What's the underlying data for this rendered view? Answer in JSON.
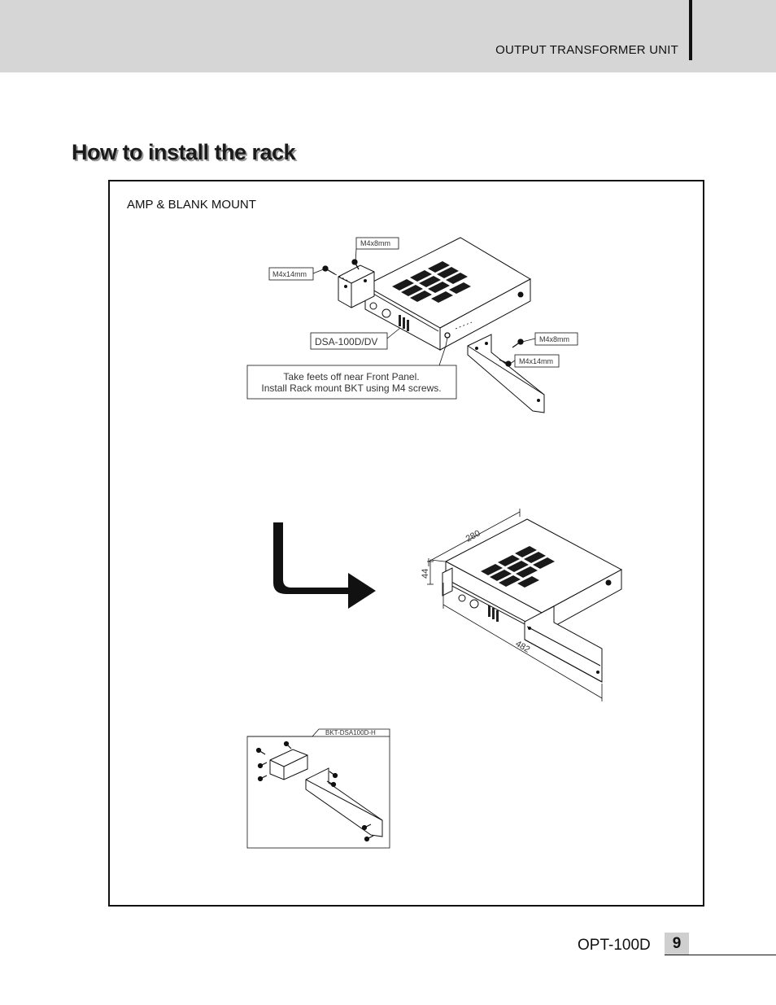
{
  "header": {
    "title": "OUTPUT TRANSFORMER UNIT"
  },
  "page": {
    "heading": "How to install the rack",
    "section": "AMP & BLANK MOUNT"
  },
  "diagram": {
    "top": {
      "screw_m4x8_left": "M4x8mm",
      "screw_m4x14_left": "M4x14mm",
      "screw_m4x8_right": "M4x8mm",
      "screw_m4x14_right": "M4x14mm",
      "model": "DSA-100D/DV",
      "note_line1": "Take feets off near Front Panel.",
      "note_line2": "Install Rack mount BKT using M4 screws."
    },
    "result": {
      "depth": "280",
      "height": "44",
      "width": "482"
    },
    "kit": {
      "label": "BKT-DSA100D-H"
    }
  },
  "footer": {
    "model": "OPT-100D",
    "page_number": "9"
  }
}
